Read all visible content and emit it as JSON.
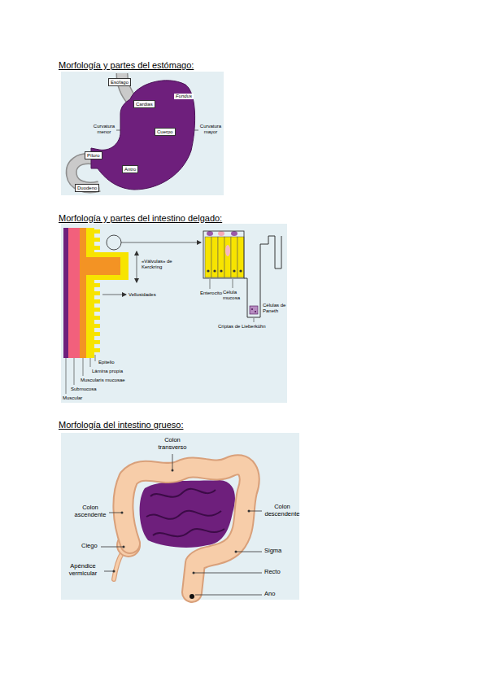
{
  "diagram": {
    "nodes": [
      {
        "text": [
          "Morfología y partes del estómago:"
        ]
      },
      {
        "text": [
          "Esófago"
        ],
        "in": 0
      },
      {
        "text": [
          "Cardias"
        ],
        "in": 0
      },
      {
        "text": [
          "Cuerpo"
        ],
        "in": 0
      },
      {
        "text": [
          "Píloro"
        ],
        "in": 0
      },
      {
        "text": [
          "Antro"
        ],
        "in": 0
      },
      {
        "text": [
          "Duodeno"
        ],
        "in": 0
      },
      {
        "text": [
          "Morfología y partes del intestino delgado:"
        ]
      },
      {
        "text": [
          "Morfología del intestino grueso:"
        ]
      }
    ],
    "labels": [
      "Fundus",
      "Curvatura menor",
      "Curvatura mayor",
      "Vellosidades",
      "«Válvulas» de Kerckring",
      "Enterocito",
      "Célula mucosa",
      "Células de Paneth",
      "Criptas de Lieberkühn",
      "Epitelio",
      "Lámina propia",
      "Muscularis mucosae",
      "Submucosa",
      "Muscular",
      "Colon transverso",
      "Colon ascendente",
      "Ciego",
      "Apéndice vermicular",
      "Colon descendente",
      "Sigma",
      "Recto",
      "Ano"
    ]
  }
}
